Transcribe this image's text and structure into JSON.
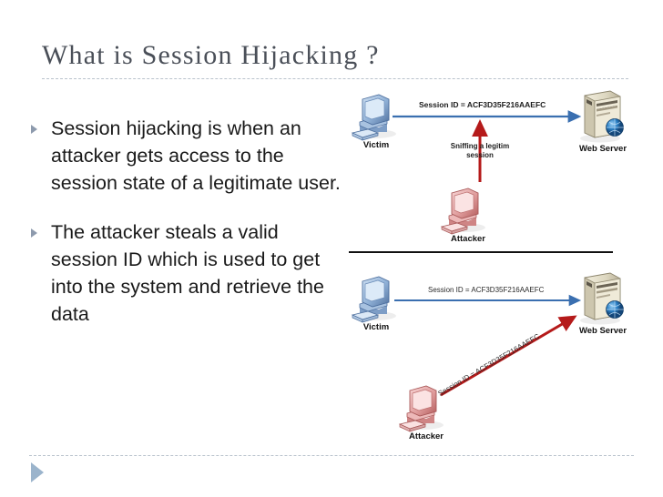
{
  "slide": {
    "title": "What is Session Hijacking ?",
    "bullets": [
      "Session hijacking is when an attacker gets access to the session state of a legitimate user.",
      "The attacker steals a valid session ID which is used to get into the system and retrieve the data"
    ]
  },
  "diagram_top": {
    "victim_label": "Victim",
    "server_label": "Web Server",
    "attacker_label": "Attacker",
    "session_arrow_label": "Session ID = ACF3D35F216AAEFC",
    "sniff_label_line1": "Sniffing a legitim",
    "sniff_label_line2": "session"
  },
  "diagram_bottom": {
    "victim_label": "Victim",
    "server_label": "Web Server",
    "attacker_label": "Attacker",
    "session_arrow_label": "Session ID = ACF3D35F216AAEFC",
    "hijack_arrow_label": "Session ID = ACF3D35F216AAEFC"
  },
  "colors": {
    "title_text": "#4a4f58",
    "rule_dashed": "#b9c2cc",
    "bullet_marker": "#8d9aad",
    "footer_triangle": "#9bb4cc",
    "arrow_blue": "#3a6fb0",
    "arrow_red": "#b51a1a",
    "victim_icon": "#5b7fb5",
    "attacker_icon": "#d06a6a",
    "server_icon": "#d8d3bd",
    "body_text": "#1a1a1a"
  }
}
